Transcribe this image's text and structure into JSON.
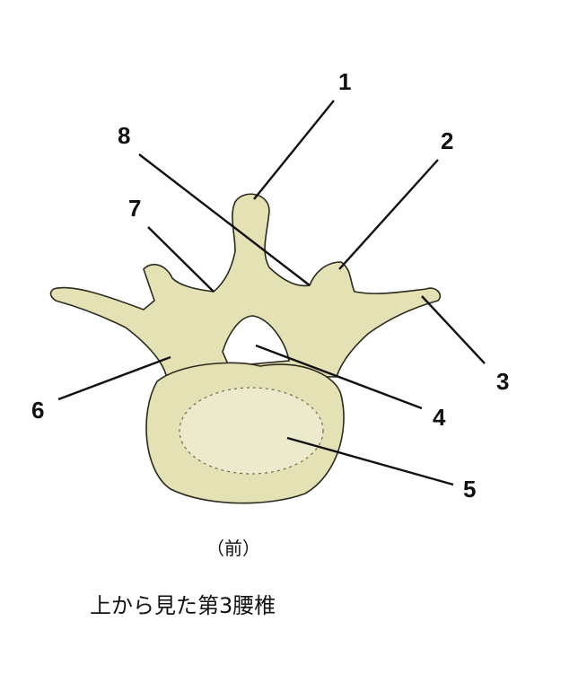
{
  "diagram": {
    "labels": [
      "1",
      "2",
      "3",
      "4",
      "5",
      "6",
      "7",
      "8"
    ],
    "caption": "（前）",
    "title": "上から見た第3腰椎",
    "colors": {
      "bone": "#e4e2b4",
      "body_center": "#eceacd",
      "outline": "#2a2a1e"
    }
  }
}
